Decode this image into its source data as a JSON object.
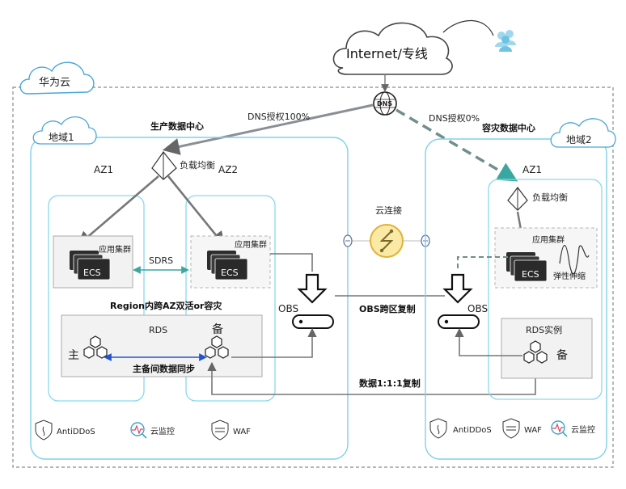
{
  "internet_label": "Internet/专线",
  "cloud_label": "华为云",
  "dns_label": "DNS",
  "dns_weight_production": "DNS授权100%",
  "dns_weight_dr": "DNS授权0%",
  "production_center": {
    "title": "生产数据中心",
    "region": "地域1",
    "az1": "AZ1",
    "az2": "AZ2",
    "load_balancer": "负载均衡",
    "app_cluster_az1": "应用集群",
    "app_cluster_az2": "应用集群",
    "ecs_az1": "ECS",
    "ecs_az2": "ECS",
    "sdrs": "SDRS",
    "dual_active": "Region内跨AZ双活or容灾",
    "obs": "OBS",
    "rds": "RDS",
    "primary": "主",
    "standby": "备",
    "sync": "主备间数据同步",
    "services": [
      "AntiDDoS",
      "云监控",
      "WAF"
    ]
  },
  "dr_center": {
    "title": "容灾数据中心",
    "region": "地域2",
    "az1": "AZ1",
    "load_balancer": "负载均衡",
    "app_cluster": "应用集群",
    "elastic_scaling": "弹性伸缩",
    "ecs": "ECS",
    "obs": "OBS",
    "rds_instance": "RDS实例",
    "standby": "备",
    "services": [
      "AntiDDoS",
      "WAF",
      "云监控"
    ]
  },
  "cloud_connect": "云连接",
  "obs_replication": "OBS跨区复制",
  "data_replication": "数据1:1:1复制",
  "colors": {
    "region_border": "#7fd1e8",
    "az_border": "#88d9ec",
    "box_border": "#b8b8b8",
    "arrow": "#777777",
    "sync_arrow": "#2255cc",
    "dashed": "#6f8f8a",
    "cloud_connect_fill": "#fbe9a6",
    "cloud_connect_stroke": "#e0b23a"
  }
}
